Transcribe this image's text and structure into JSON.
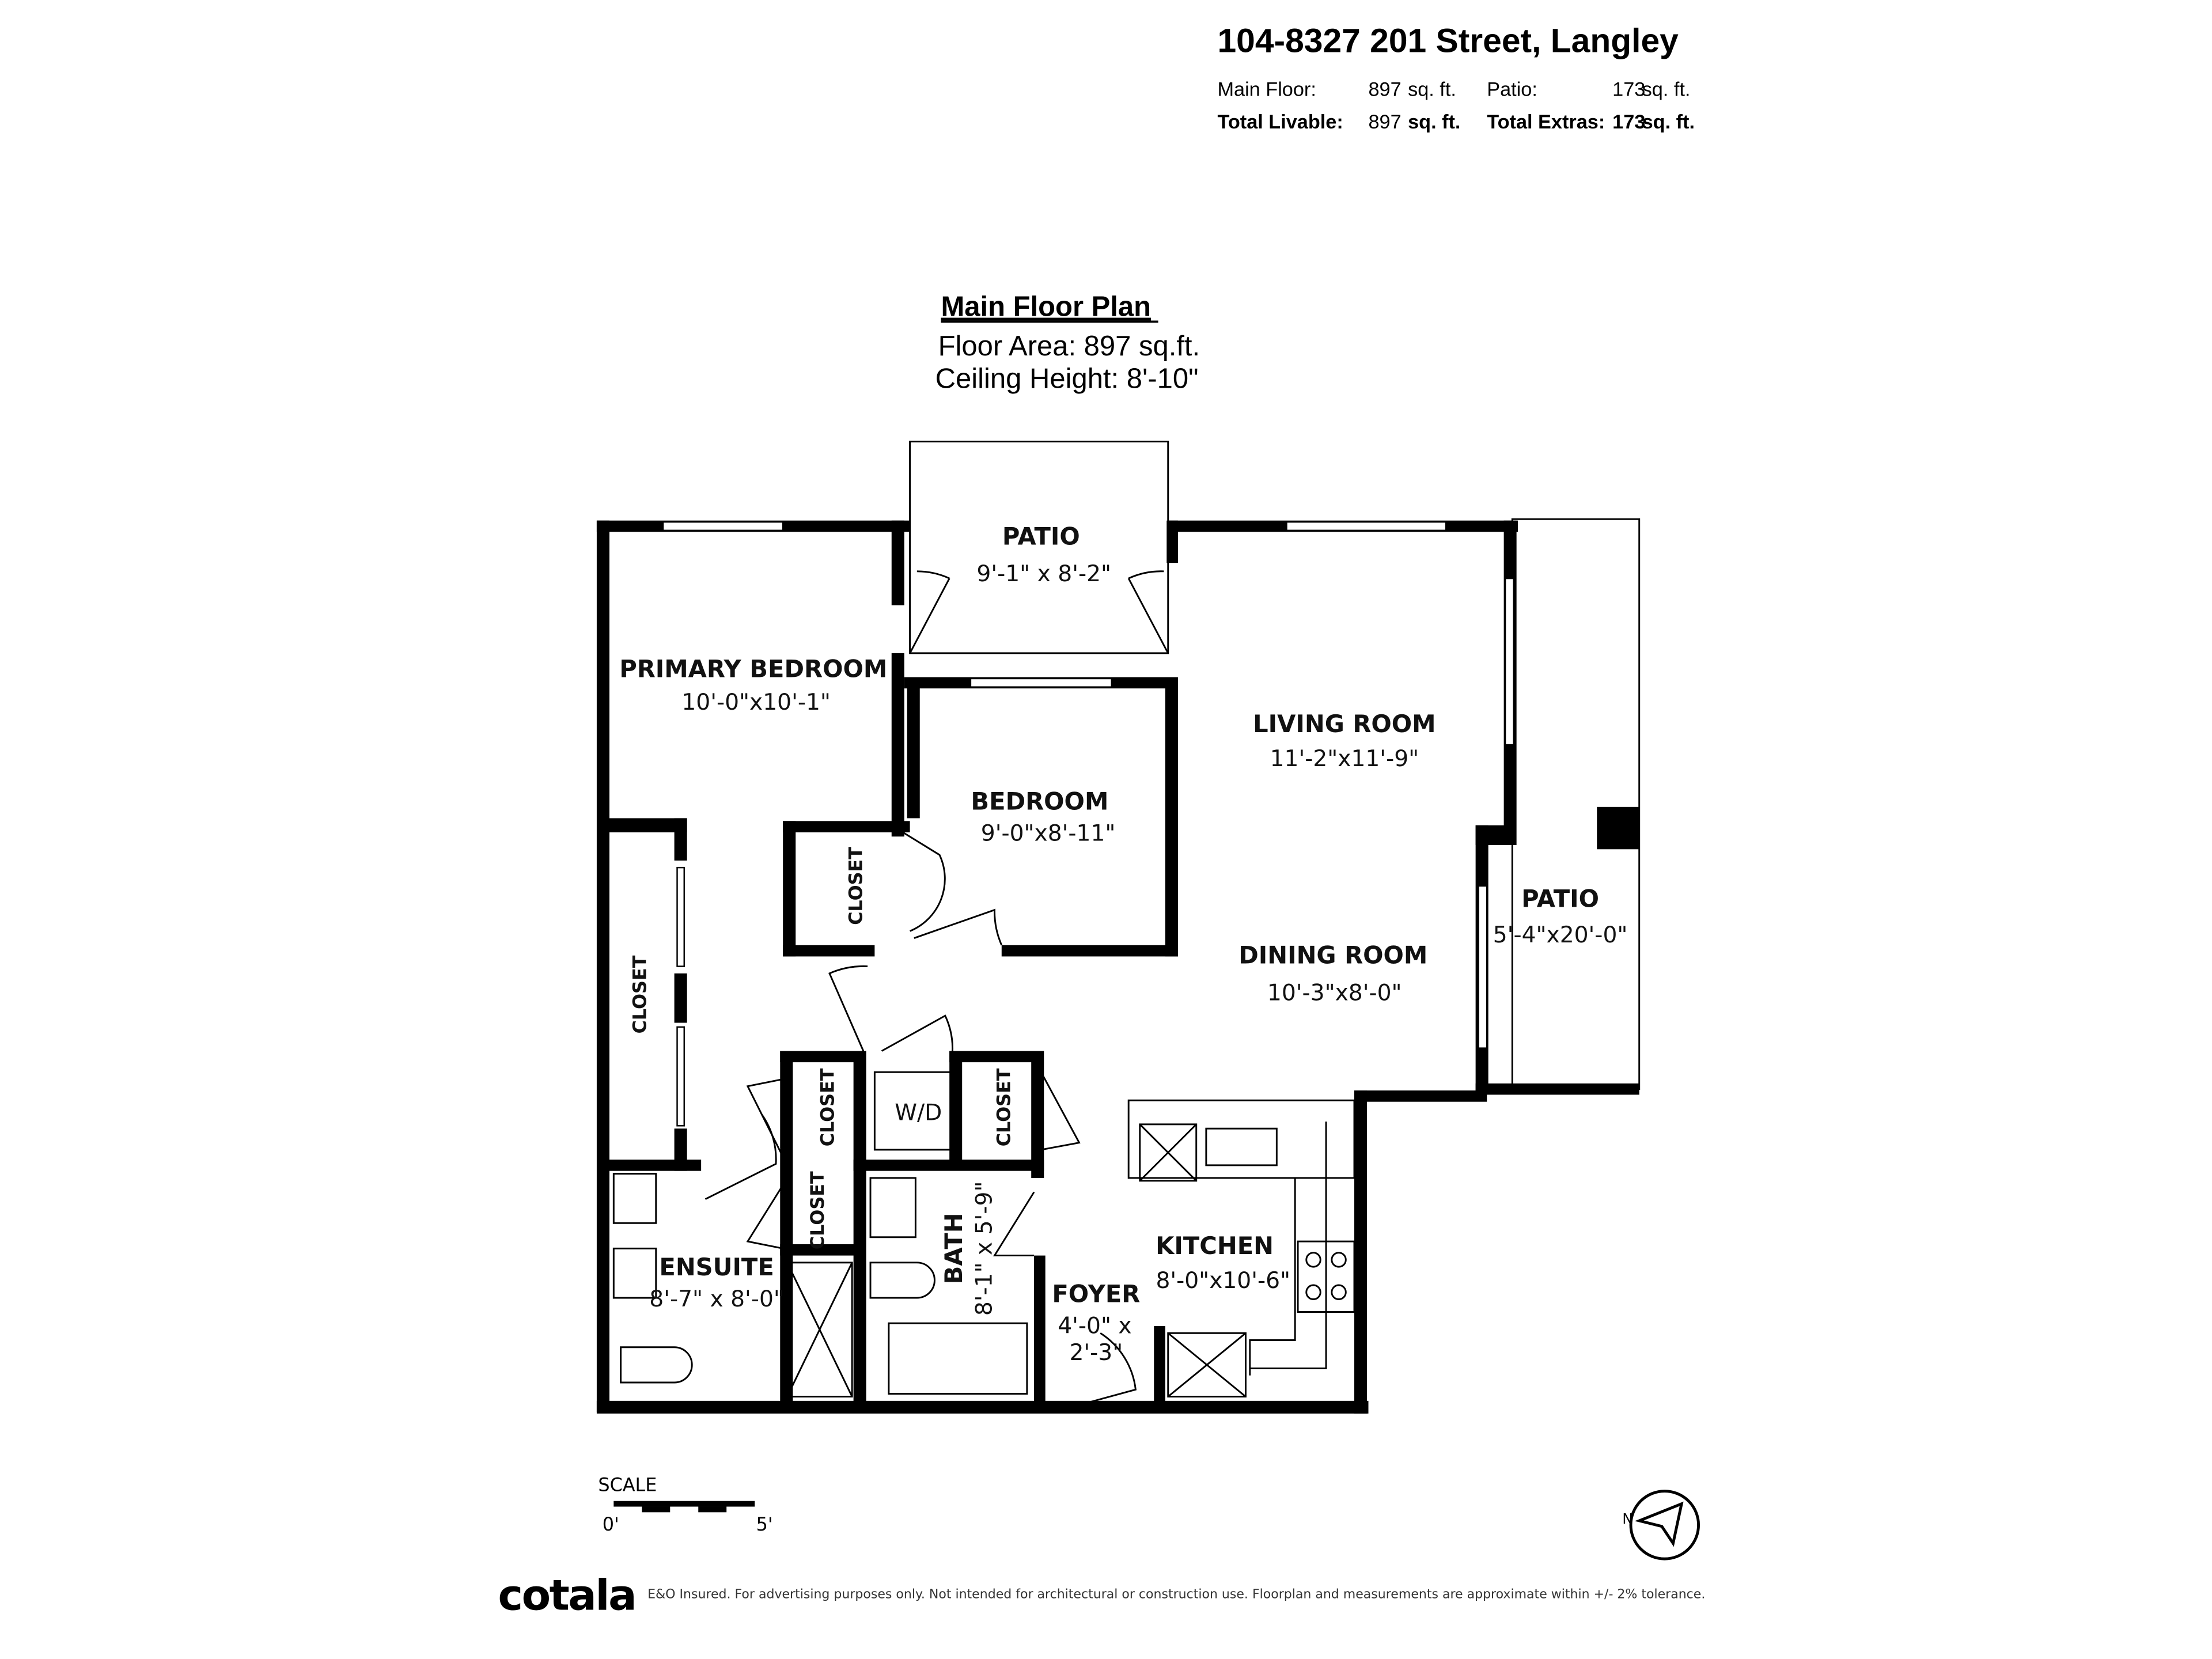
{
  "header": {
    "address": "104-8327 201 Street, Langley",
    "main_floor_label": "Main  Floor:",
    "main_floor_value": "897",
    "patio_label": "Patio:",
    "patio_value": "173",
    "total_livable_label": "Total Livable:",
    "total_livable_value": "897",
    "total_extras_label": "Total Extras:",
    "total_extras_value": "173",
    "unit": "sq. ft."
  },
  "plan": {
    "title": "Main Floor Plan",
    "floor_area": "Floor Area: 897 sq.ft.",
    "ceiling_height": "Ceiling Height: 8'-10\""
  },
  "rooms": {
    "patio_top": {
      "name": "PATIO",
      "dims": "9'-1\" x 8'-2\""
    },
    "primary_bedroom": {
      "name": "PRIMARY BEDROOM",
      "dims": "10'-0\"x10'-1\""
    },
    "bedroom": {
      "name": "BEDROOM",
      "dims": "9'-0\"x8'-11\""
    },
    "living_room": {
      "name": "LIVING ROOM",
      "dims": "11'-2\"x11'-9\""
    },
    "dining_room": {
      "name": "DINING ROOM",
      "dims": "10'-3\"x8'-0\""
    },
    "patio_side": {
      "name": "PATIO",
      "dims": "5'-4\"x20'-0\""
    },
    "kitchen": {
      "name": "KITCHEN",
      "dims": "8'-0\"x10'-6\""
    },
    "foyer": {
      "name": "FOYER",
      "dims1": "4'-0\" x",
      "dims2": "2'-3\""
    },
    "ensuite": {
      "name": "ENSUITE",
      "dims": "8'-7\" x 8'-0\""
    },
    "bath": {
      "name": "BATH",
      "dims": "8'-1\" x 5'-9\""
    },
    "closet": "CLOSET",
    "wd": "W/D"
  },
  "scale": {
    "label": "SCALE",
    "start": "0'",
    "end": "5'"
  },
  "compass": {
    "label": "N",
    "icon": "compass-arrow-icon"
  },
  "footer": {
    "logo": "cotala",
    "disclaimer": "E&O Insured. For advertising purposes only. Not intended for architectural or construction use. Floorplan and measurements are approximate within +/- 2% tolerance."
  }
}
